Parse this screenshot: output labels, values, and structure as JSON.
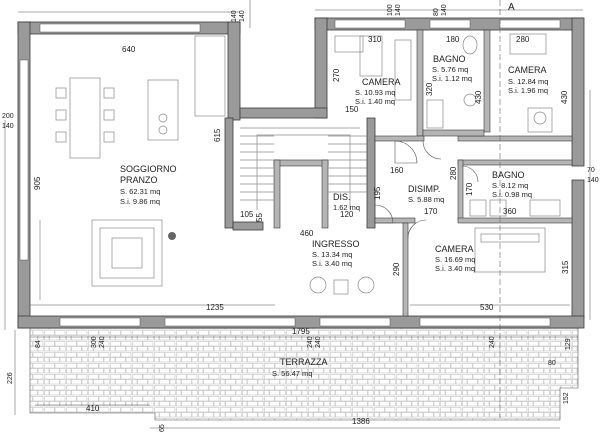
{
  "rooms": {
    "soggiorno": {
      "name1": "SOGGIORNO",
      "name2": "PRANZO",
      "area": "S. 62.31 mq",
      "window": "S.i. 9.86 mq"
    },
    "camera1": {
      "name": "CAMERA",
      "area": "S. 10.93 mq",
      "window": "S.i. 1.40 mq"
    },
    "bagno1": {
      "name": "BAGNO",
      "area": "S. 5.76 mq",
      "window": "S.i. 1.12 mq"
    },
    "camera2": {
      "name": "CAMERA",
      "area": "S. 12.84 mq",
      "window": "S.i. 1.96 mq"
    },
    "dis": {
      "name": "DIS.",
      "area": "1.62 mq"
    },
    "disimp": {
      "name": "DISIMP.",
      "area": "S. 5.88 mq"
    },
    "bagno2": {
      "name": "BAGNO",
      "area": "S. 8.12 mq",
      "window": "S.i. 0.98 mq"
    },
    "ingresso": {
      "name": "INGRESSO",
      "area": "S. 13.34 mq",
      "window": "S.i. 3.40 mq"
    },
    "camera3": {
      "name": "CAMERA",
      "area": "S. 16.69 mq",
      "window": "S.i. 3.40 mq"
    },
    "terrazza": {
      "name": "TERRAZZA",
      "area": "S. 56.47 mq"
    }
  },
  "section_marker": "A",
  "dims": {
    "d140a": "140",
    "d140b": "140",
    "d640": "640",
    "d100a": "100",
    "d140c": "140",
    "d80": "80",
    "d140d": "140",
    "d310": "310",
    "d180": "180",
    "d280": "280",
    "d270": "270",
    "d320": "320",
    "d150": "150",
    "d430a": "430",
    "d430b": "430",
    "d200": "200",
    "d140e": "140",
    "d905": "905",
    "d615": "615",
    "d160": "160",
    "d280b": "280",
    "d170a": "170",
    "d170b": "170",
    "d360": "360",
    "d195": "195",
    "d120": "120",
    "d105": "105",
    "d55": "55",
    "d460": "460",
    "d290": "290",
    "d315": "315",
    "d70": "70",
    "d140f": "140",
    "d1235": "1235",
    "d530": "530",
    "d1795": "1795",
    "d84": "84",
    "d300": "300",
    "d240a": "240",
    "d240b": "240",
    "d240c": "240",
    "d240d": "240",
    "d129": "129",
    "d80b": "80",
    "d226": "226",
    "d410": "410",
    "d1386": "1386",
    "d65": "65",
    "d152": "152"
  }
}
